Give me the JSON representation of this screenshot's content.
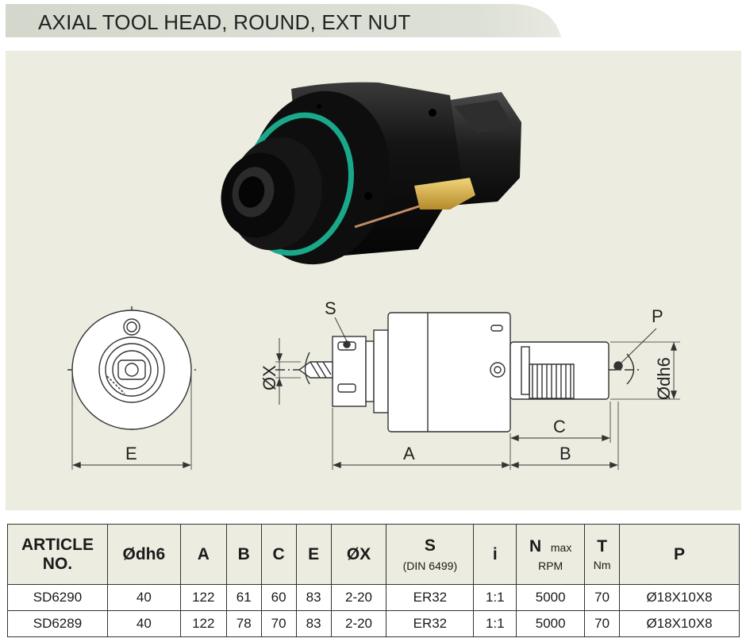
{
  "header": {
    "title": "AXIAL TOOL HEAD, ROUND, EXT NUT"
  },
  "drawing": {
    "labels": {
      "s": "S",
      "p": "P",
      "x": "ØX",
      "dh6": "Ødh6",
      "e": "E",
      "a": "A",
      "b": "B",
      "c": "C"
    }
  },
  "table": {
    "headers": {
      "article": "ARTICLE",
      "article_2": "NO.",
      "dh6": "Ødh6",
      "a": "A",
      "b": "B",
      "c": "C",
      "e": "E",
      "x": "ØX",
      "s": "S",
      "s_sub": "(DIN 6499)",
      "i": "i",
      "n": "N",
      "n_max": "max",
      "n_unit": "RPM",
      "t": "T",
      "t_unit": "Nm",
      "p": "P"
    },
    "rows": [
      {
        "article": "SD6290",
        "dh6": "40",
        "a": "122",
        "b": "61",
        "c": "60",
        "e": "83",
        "x": "2-20",
        "s": "ER32",
        "i": "1:1",
        "n": "5000",
        "t": "70",
        "p": "Ø18X10X8"
      },
      {
        "article": "SD6289",
        "dh6": "40",
        "a": "122",
        "b": "78",
        "c": "70",
        "e": "83",
        "x": "2-20",
        "s": "ER32",
        "i": "1:1",
        "n": "5000",
        "t": "70",
        "p": "Ø18X10X8"
      }
    ]
  },
  "colors": {
    "panel": "#ecece0",
    "banner": "#d9dcd0",
    "accent_ring": "#1aa88a",
    "body": "#111111"
  }
}
